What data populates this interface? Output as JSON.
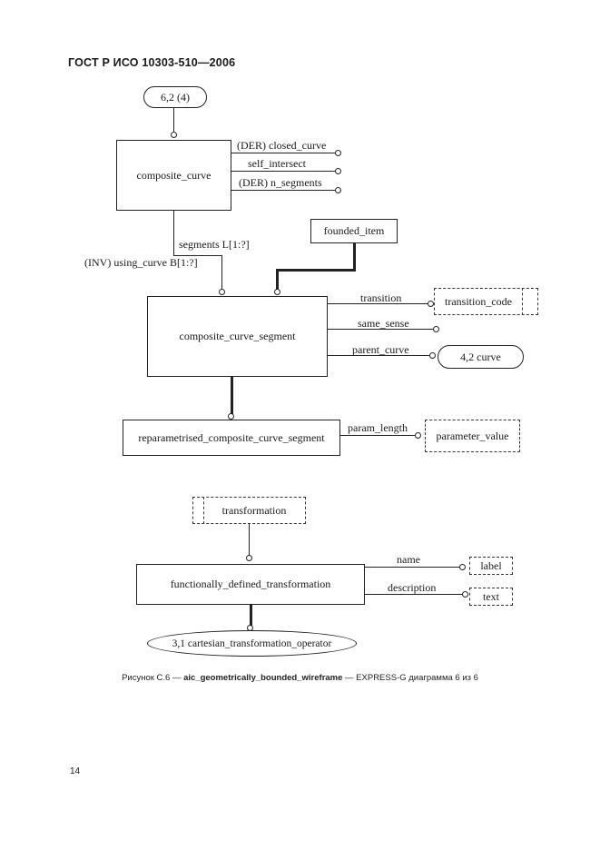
{
  "header": {
    "title": "ГОСТ Р ИСО 10303-510—2006"
  },
  "diagram": {
    "page_refs": {
      "top": "6,2 (4)",
      "curve": "4,2 curve",
      "cartesian": "3,1 cartesian_transformation_operator"
    },
    "entities": {
      "composite_curve": "composite_curve",
      "founded_item": "founded_item",
      "composite_curve_segment": "composite_curve_segment",
      "reparametrised_composite_curve_segment": "reparametrised_composite_curve_segment",
      "functionally_defined_transformation": "functionally_defined_transformation"
    },
    "types": {
      "transition_code": "transition_code",
      "parameter_value": "parameter_value",
      "transformation": "transformation",
      "label": "label",
      "text": "text"
    },
    "attributes": {
      "closed_curve": "(DER) closed_curve",
      "self_intersect": "self_intersect",
      "n_segments": "(DER) n_segments",
      "segments": "segments L[1:?]",
      "using_curve": "(INV) using_curve B[1:?]",
      "transition": "transition",
      "same_sense": "same_sense",
      "parent_curve": "parent_curve",
      "param_length": "param_length",
      "name": "name",
      "description": "description"
    }
  },
  "caption": {
    "prefix": "Рисунок С.6 — ",
    "schema_name": "aic_geometrically_bounded_wireframe",
    "suffix": " — EXPRESS-G диаграмма 6 из 6"
  },
  "footer": {
    "page_number": "14"
  }
}
